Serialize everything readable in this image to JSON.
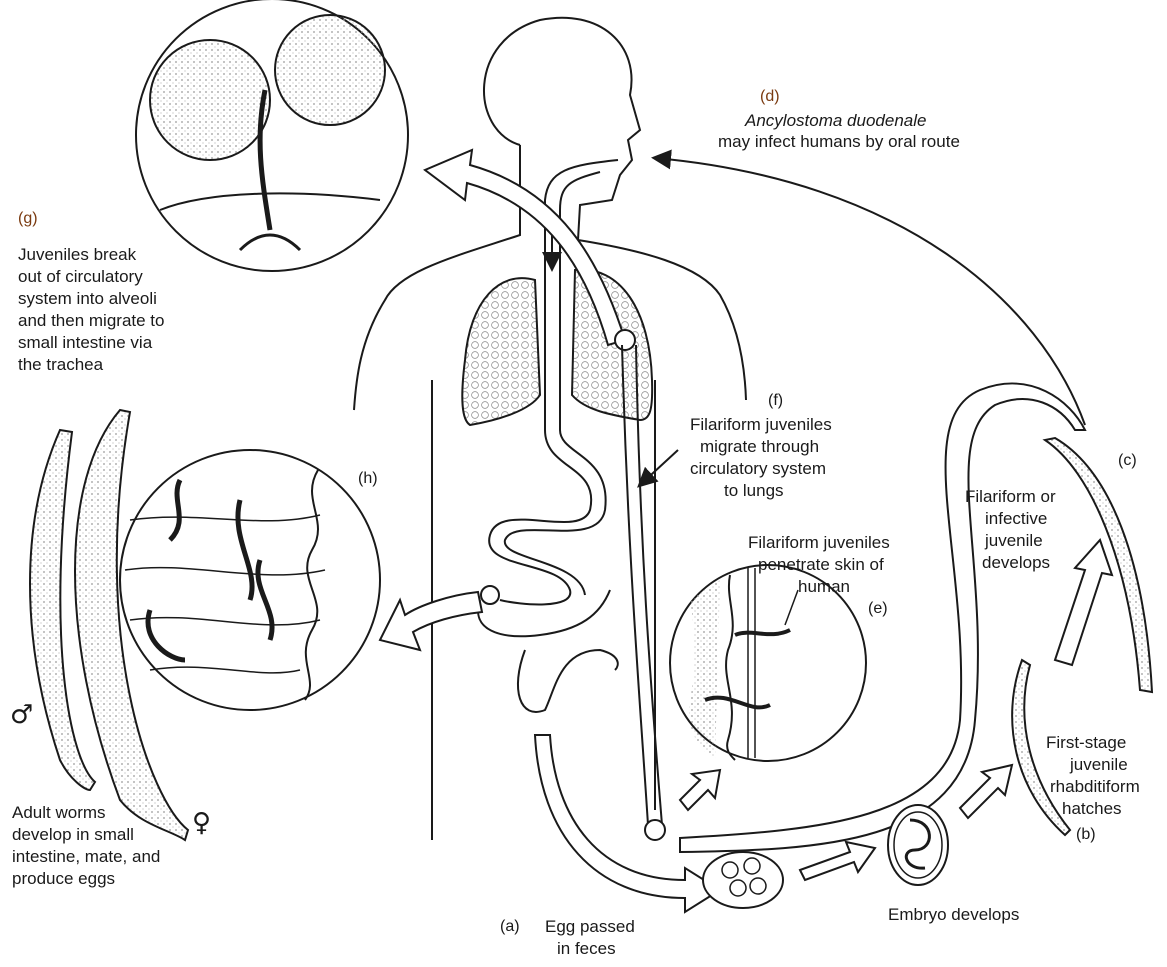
{
  "labels": {
    "a": {
      "letter": "(a)",
      "lines": [
        "Egg passed",
        "in feces"
      ]
    },
    "b": {
      "letter": "(b)",
      "lines": [
        "First-stage",
        "juvenile",
        "rhabditiform",
        "hatches"
      ]
    },
    "embryo": {
      "lines": [
        "Embryo develops"
      ]
    },
    "c": {
      "letter": "(c)",
      "lines": [
        "Filariform or",
        "infective",
        "juvenile",
        "develops"
      ]
    },
    "d": {
      "letter": "(d)",
      "italic": "Ancylostoma duodenale",
      "line2": "may infect humans by oral route"
    },
    "e": {
      "letter": "(e)",
      "lines": [
        "Filariform juveniles",
        "penetrate skin of",
        "human"
      ]
    },
    "f": {
      "letter": "(f)",
      "lines": [
        "Filariform juveniles",
        "migrate through",
        "circulatory system",
        "to lungs"
      ]
    },
    "g": {
      "letter": "(g)",
      "lines": [
        "Juveniles break",
        "out of circulatory",
        "system into alveoli",
        "and then migrate to",
        "small intestine via",
        "the trachea"
      ]
    },
    "h": {
      "letter": "(h)"
    },
    "adult": {
      "lines": [
        "Adult worms",
        "develop in small",
        "intestine, mate, and",
        "produce eggs"
      ]
    }
  },
  "symbols": {
    "male": "♂",
    "female": "♀"
  },
  "colors": {
    "ink": "#1a1a1a",
    "label_letter": "#7a3a10",
    "stipple": "#bdbdbd"
  },
  "icons": [
    "human-body-outline",
    "lungs",
    "intestine",
    "hookworm-juvenile",
    "egg",
    "alveoli-magnified",
    "intestine-wall-magnified",
    "skin-penetration-magnified"
  ]
}
